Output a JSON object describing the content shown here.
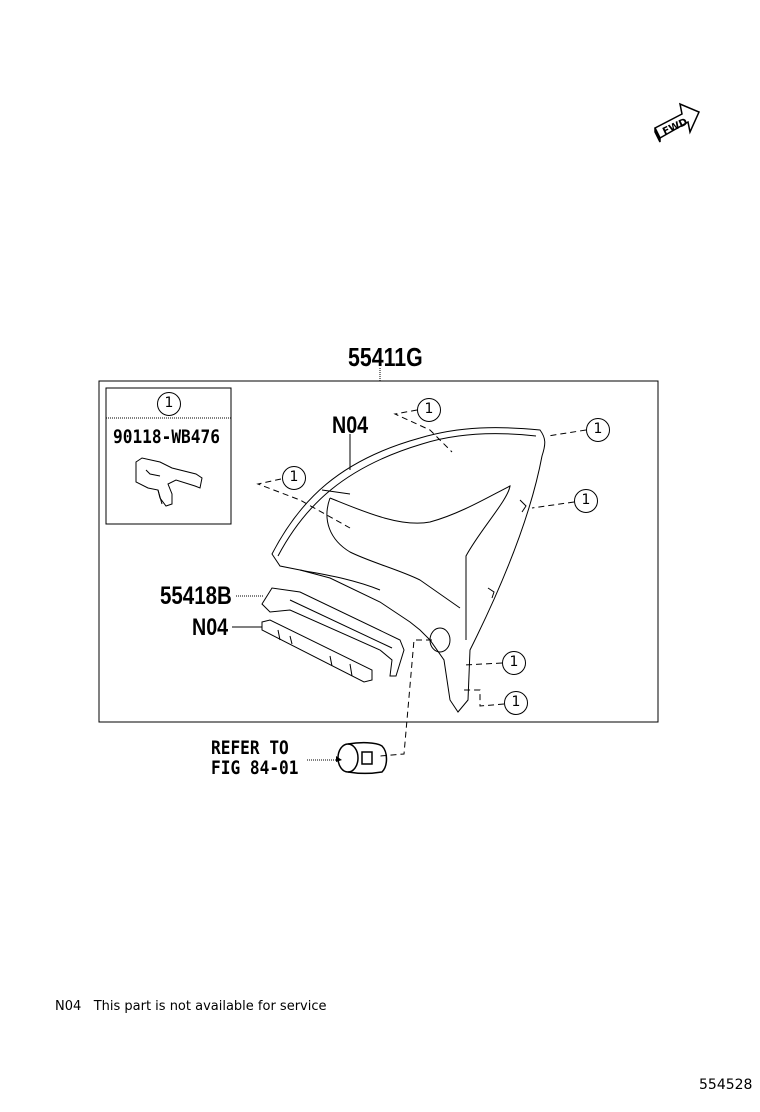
{
  "diagram": {
    "direction_indicator": {
      "label": "FWD"
    },
    "main_assembly": {
      "part_number": "55411G"
    },
    "legend_box": {
      "callout": "1",
      "part_number": "90118-WB476"
    },
    "labels": {
      "n04_top": "N04",
      "part_55418b": "55418B",
      "n04_lower": "N04",
      "refer_line1": "REFER TO",
      "refer_line2": "FIG 84-01"
    },
    "callouts": [
      {
        "id": "c1",
        "text": "1"
      },
      {
        "id": "c2",
        "text": "1"
      },
      {
        "id": "c3",
        "text": "1"
      },
      {
        "id": "c4",
        "text": "1"
      },
      {
        "id": "c5",
        "text": "1"
      },
      {
        "id": "c6",
        "text": "1"
      }
    ],
    "footnote": {
      "code": "N04",
      "text": "This part is not available for service"
    },
    "illustration_id": "554528"
  }
}
